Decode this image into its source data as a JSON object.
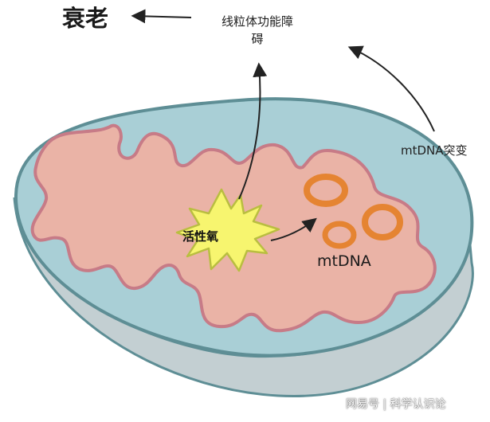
{
  "labels": {
    "aging": "衰老",
    "mito_dysfunction": "线粒体功能障碍",
    "mtdna_mutation": "mtDNA突变",
    "ros": "活性氧",
    "mtdna": "mtDNA"
  },
  "watermark": "网易号 | 科学认识论",
  "colors": {
    "outer_membrane": "#a9cfd6",
    "outer_rim": "#5e8e95",
    "bottom_shell": "#c3cfd2",
    "cristae_fill": "#eab3a6",
    "cristae_stroke": "#c77b87",
    "ros_star": "#f7f56f",
    "ros_star_stroke": "#b9be40",
    "mtdna_ring": "#e58432",
    "arrow": "#222222"
  },
  "icons": {
    "ros": "starburst-icon",
    "mtdna": "dna-ring-icon"
  }
}
